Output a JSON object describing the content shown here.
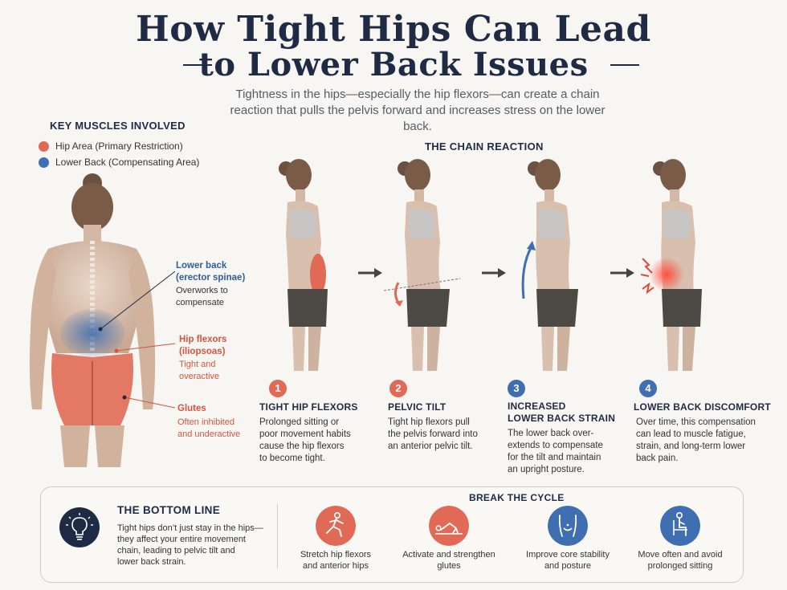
{
  "title": {
    "line1": "How Tight Hips Can Lead",
    "line2": "to Lower Back Issues"
  },
  "intro": "Tightness in the hips—especially the hip flexors—can create a chain reaction that pulls the pelvis forward and increases stress on the lower back.",
  "key_muscles": {
    "heading": "KEY MUSCLES INVOLVED",
    "legend": [
      {
        "label": "Hip Area (Primary Restriction)",
        "color": "#e06a55"
      },
      {
        "label": "Lower Back (Compensating Area)",
        "color": "#3f6fb0"
      }
    ],
    "callouts": {
      "lower_back": {
        "title1": "Lower back",
        "title2": "(erector spinae)",
        "sub1": "Overworks to",
        "sub2": "compensate"
      },
      "hip_flexors": {
        "title1": "Hip flexors",
        "title2": "(iliopsoas)",
        "sub1": "Tight and",
        "sub2": "overactive"
      },
      "glutes": {
        "title1": "Glutes",
        "sub1": "Often inhibited",
        "sub2": "and underactive"
      }
    }
  },
  "chain": {
    "heading": "THE CHAIN REACTION",
    "steps": [
      {
        "num": "1",
        "color": "#e06a55",
        "title1": "TIGHT HIP FLEXORS",
        "title2": "",
        "desc": [
          "Prolonged sitting or",
          "poor movement habits",
          "cause the hip flexors",
          "to become tight."
        ]
      },
      {
        "num": "2",
        "color": "#e06a55",
        "title1": "PELVIC TILT",
        "title2": "",
        "desc": [
          "Tight hip flexors pull",
          "the pelvis forward into",
          "an anterior pelvic tilt."
        ]
      },
      {
        "num": "3",
        "color": "#3f6fb0",
        "title1": "INCREASED",
        "title2": "LOWER BACK STRAIN",
        "desc": [
          "The lower back over-",
          "extends to compensate",
          "for the tilt and maintain",
          "an upright posture."
        ]
      },
      {
        "num": "4",
        "color": "#3f6fb0",
        "title1": "LOWER BACK DISCOMFORT",
        "title2": "",
        "desc": [
          "Over time, this compensation",
          "can lead to muscle fatigue,",
          "strain, and long-term lower",
          "back pain."
        ]
      }
    ]
  },
  "bottom_line": {
    "heading": "THE BOTTOM LINE",
    "text": [
      "Tight hips don’t just stay in the hips—",
      "they affect your entire movement",
      "chain, leading to pelvic tilt and",
      "lower back strain."
    ],
    "icon": "lightbulb-icon"
  },
  "break_cycle": {
    "heading": "BREAK THE CYCLE",
    "tips": [
      {
        "line1": "Stretch hip flexors",
        "line2": "and anterior hips",
        "icon": "lunge-stretch-icon",
        "color": "#e06a55"
      },
      {
        "line1": "Activate and strengthen",
        "line2": "glutes",
        "icon": "glute-bridge-icon",
        "color": "#e06a55"
      },
      {
        "line1": "Improve core stability",
        "line2": "and posture",
        "icon": "core-torso-icon",
        "color": "#3f6fb0"
      },
      {
        "line1": "Move often and avoid",
        "line2": "prolonged sitting",
        "icon": "seated-person-icon",
        "color": "#3f6fb0"
      }
    ]
  }
}
